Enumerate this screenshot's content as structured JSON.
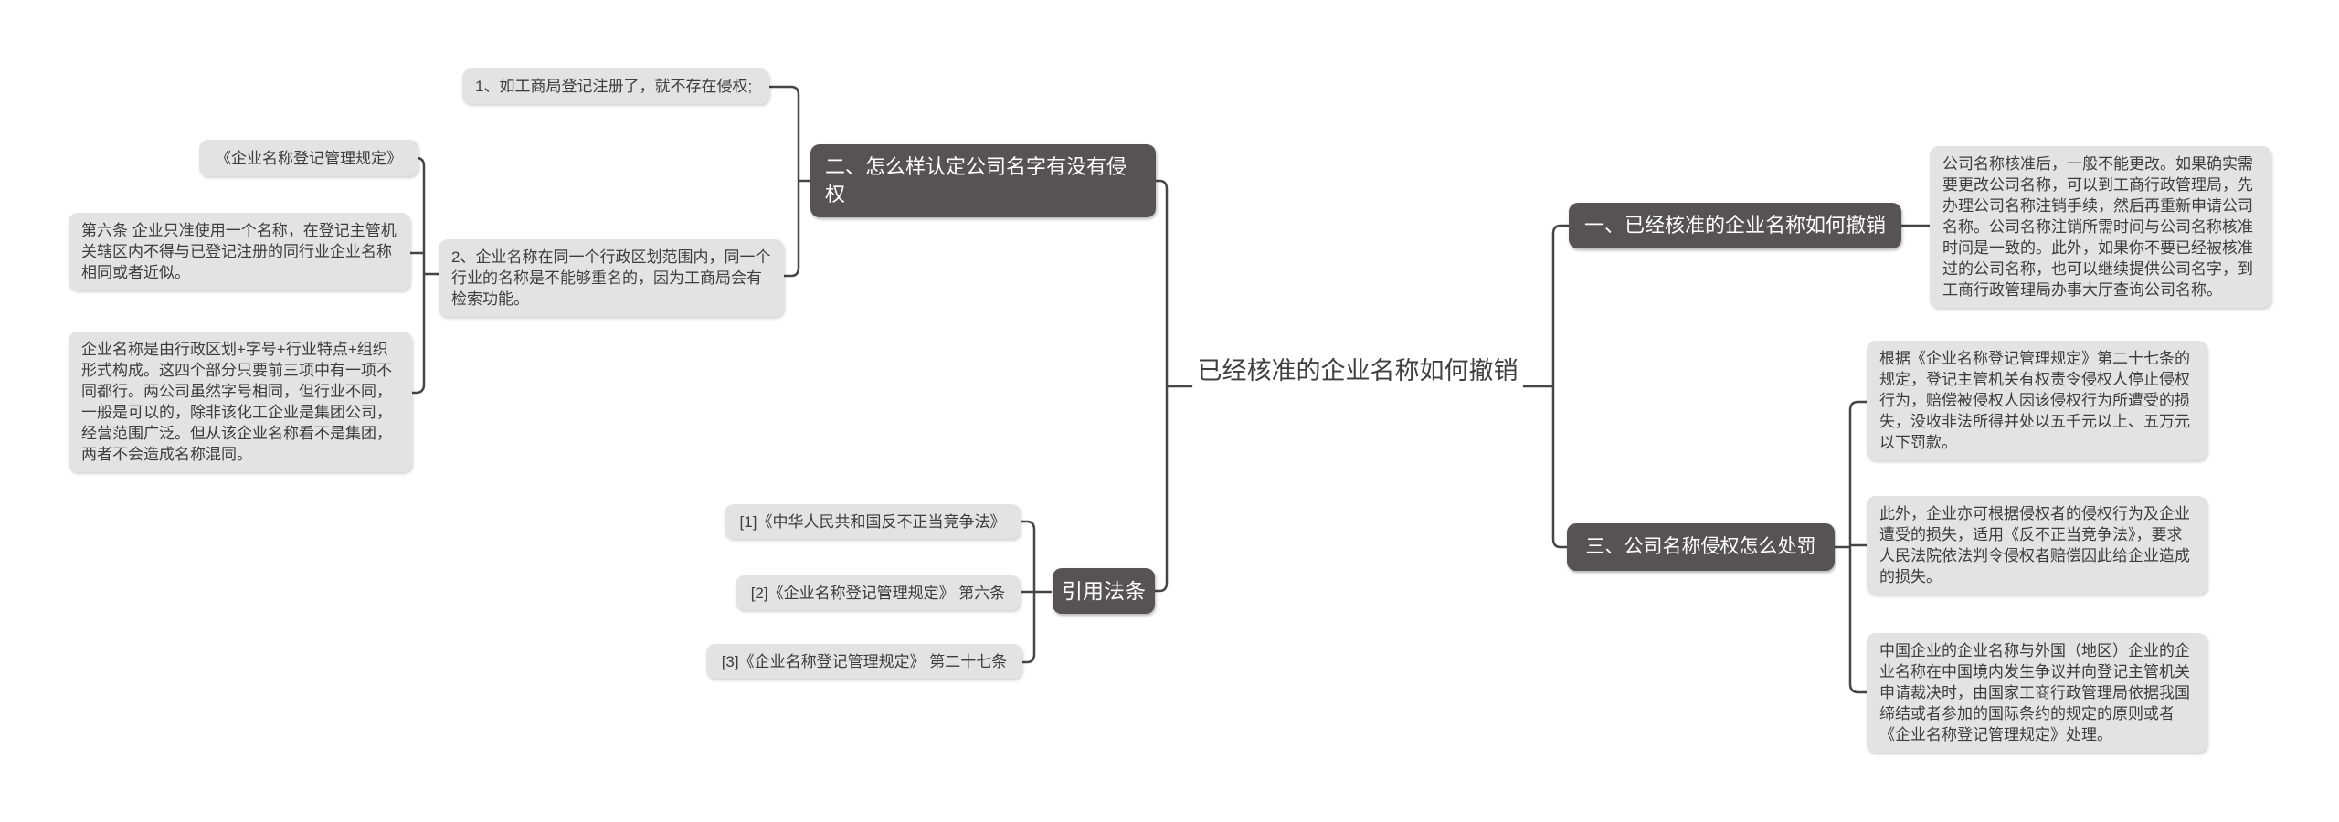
{
  "root": {
    "title": "已经核准的企业名称如何撤销"
  },
  "colors": {
    "canvas_bg": "#ffffff",
    "light_box_bg": "#e3e3e3",
    "light_box_text": "#3d3d3d",
    "dark_node_bg": "#575354",
    "dark_node_text": "#ffffff",
    "connector_line": "#454545"
  },
  "branches": {
    "identify": {
      "label": "二、怎么样认定公司名字有没有侵权",
      "point1": "1、如工商局登记注册了，就不存在侵权;",
      "point2": "2、企业名称在同一个行政区划范围内，同一个行业的名称是不能够重名的，因为工商局会有检索功能。",
      "regulation_title": "《企业名称登记管理规定》",
      "article6": "第六条 企业只准使用一个名称，在登记主管机关辖区内不得与已登记注册的同行业企业名称相同或者近似。",
      "composition": "企业名称是由行政区划+字号+行业特点+组织形式构成。这四个部分只要前三项中有一项不同都行。两公司虽然字号相同，但行业不同，一般是可以的，除非该化工企业是集团公司，经营范围广泛。但从该企业名称看不是集团，两者不会造成名称混同。"
    },
    "citations": {
      "label": "引用法条",
      "items": [
        "[1]《中华人民共和国反不正当竞争法》",
        "[2]《企业名称登记管理规定》 第六条",
        "[3]《企业名称登记管理规定》 第二十七条"
      ]
    },
    "revoke": {
      "label": "一、已经核准的企业名称如何撤销",
      "detail": "公司名称核准后，一般不能更改。如果确实需要更改公司名称，可以到工商行政管理局，先办理公司名称注销手续，然后再重新申请公司名称。公司名称注销所需时间与公司名称核准时间是一致的。此外，如果你不要已经被核准过的公司名称，也可以继续提供公司名字，到工商行政管理局办事大厅查询公司名称。"
    },
    "punish": {
      "label": "三、公司名称侵权怎么处罚",
      "detail1": "根据《企业名称登记管理规定》第二十七条的规定，登记主管机关有权责令侵权人停止侵权行为，赔偿被侵权人因该侵权行为所遭受的损失，没收非法所得并处以五千元以上、五万元以下罚款。",
      "detail2": "此外，企业亦可根据侵权者的侵权行为及企业遭受的损失，适用《反不正当竞争法》，要求人民法院依法判令侵权者赔偿因此给企业造成的损失。",
      "detail3": "中国企业的企业名称与外国（地区）企业的企业名称在中国境内发生争议并向登记主管机关申请裁决时，由国家工商行政管理局依据我国缔结或者参加的国际条约的规定的原则或者《企业名称登记管理规定》处理。"
    }
  }
}
